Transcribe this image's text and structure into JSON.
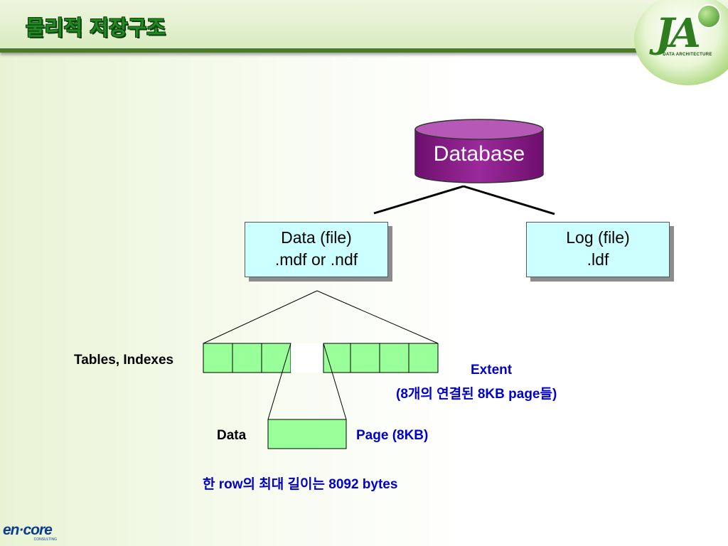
{
  "header": {
    "title": "물리적 저장구조",
    "logo_letters": "JA",
    "logo_caption": "DATA ARCHITECTURE"
  },
  "diagram": {
    "database_label": "Database",
    "data_file": {
      "line1": "Data (file)",
      "line2": ".mdf or .ndf"
    },
    "log_file": {
      "line1": "Log (file)",
      "line2": ".ldf"
    },
    "tables_label": "Tables, Indexes",
    "extent_label": "Extent",
    "extent_desc": "(8개의 연결된 8KB page들)",
    "data_label": "Data",
    "page_label": "Page (8KB)",
    "row_note": "한 row의 최대 길이는 8092 bytes"
  },
  "footer": {
    "logo_main": "en·core",
    "logo_sub": "CONSULTING"
  },
  "colors": {
    "title_green": "#1f8a1f",
    "cell_green": "#99ff99",
    "file_box": "#ccffff",
    "database_purple": "#8b1e8b",
    "label_blue": "#0000cc"
  }
}
